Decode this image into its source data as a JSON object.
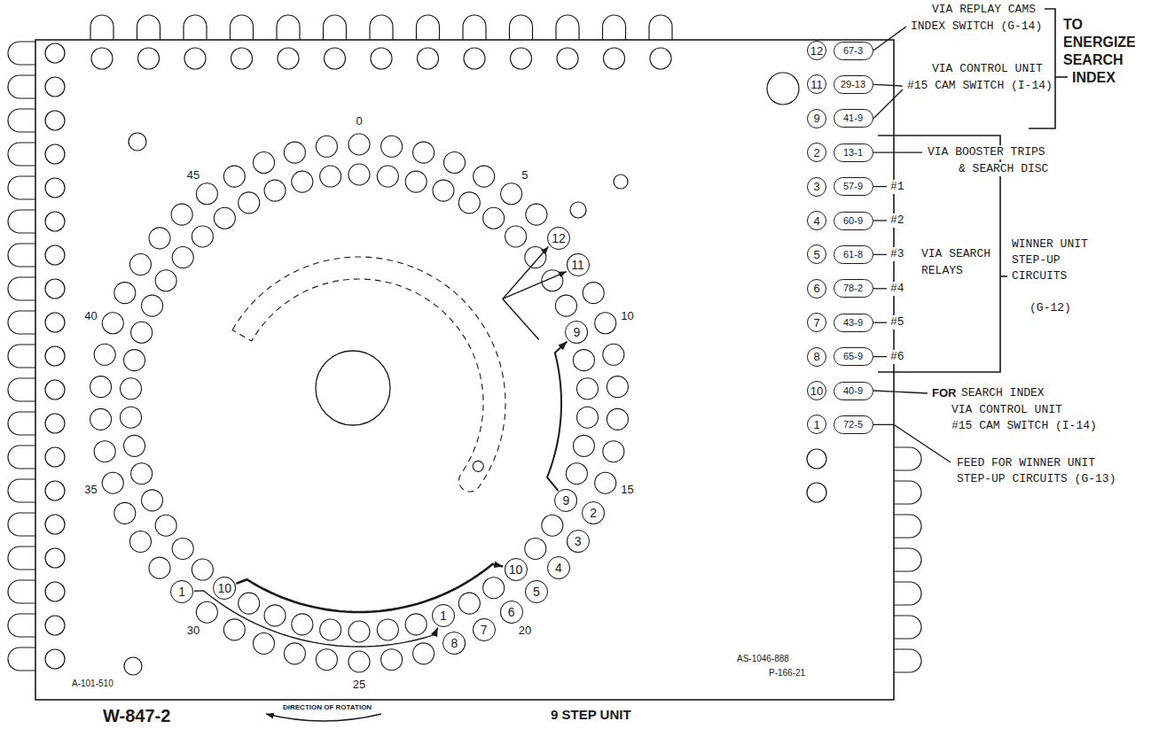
{
  "diagram": {
    "nodes": [
      {
        "text": [
          "12"
        ]
      },
      {
        "text": [
          "67-3"
        ]
      },
      {
        "text": [
          "11"
        ]
      },
      {
        "text": [
          "29-13"
        ]
      },
      {
        "text": [
          "9"
        ]
      },
      {
        "text": [
          "41-9"
        ]
      },
      {
        "text": [
          "2"
        ]
      },
      {
        "text": [
          "13-1"
        ]
      },
      {
        "text": [
          "3"
        ]
      },
      {
        "text": [
          "57-9"
        ]
      },
      {
        "text": [
          "4"
        ]
      },
      {
        "text": [
          "60-9"
        ]
      },
      {
        "text": [
          "5"
        ]
      },
      {
        "text": [
          "61-8"
        ]
      },
      {
        "text": [
          "6"
        ]
      },
      {
        "text": [
          "78-2"
        ]
      },
      {
        "text": [
          "7"
        ]
      },
      {
        "text": [
          "43-9"
        ]
      },
      {
        "text": [
          "8"
        ]
      },
      {
        "text": [
          "65-9"
        ]
      },
      {
        "text": [
          "10"
        ]
      },
      {
        "text": [
          "40-9"
        ]
      },
      {
        "text": [
          "1"
        ]
      },
      {
        "text": [
          "72-5"
        ]
      },
      {
        "text": [
          "12"
        ]
      },
      {
        "text": [
          "11"
        ]
      },
      {
        "text": [
          "9"
        ]
      },
      {
        "text": [
          "9"
        ]
      },
      {
        "text": [
          "2"
        ]
      },
      {
        "text": [
          "3"
        ]
      },
      {
        "text": [
          "4"
        ]
      },
      {
        "text": [
          "5"
        ]
      },
      {
        "text": [
          "6"
        ]
      },
      {
        "text": [
          "7"
        ]
      },
      {
        "text": [
          "8"
        ]
      },
      {
        "text": [
          "10"
        ]
      },
      {
        "text": [
          "1"
        ]
      },
      {
        "text": [
          "1"
        ]
      },
      {
        "text": [
          "10"
        ]
      }
    ],
    "edges": [
      {
        "from": 37,
        "to": 36,
        "arrow": "to"
      },
      {
        "from": 38,
        "to": 35,
        "arrow": "to"
      },
      {
        "from": 27,
        "to": 26,
        "arrow": "to"
      }
    ],
    "labels": [
      "VIA REPLAY CAMS",
      "INDEX SWITCH (G-14)",
      "VIA CONTROL UNIT",
      "#15 CAM SWITCH (I-14)",
      "TO",
      "ENERGIZE",
      "SEARCH",
      "INDEX",
      "VIA BOOSTER TRIPS",
      "& SEARCH DISC",
      "#1",
      "#2",
      "#3",
      "VIA SEARCH",
      "RELAYS",
      "#4",
      "#5",
      "#6",
      "WINNER UNIT",
      "STEP-UP",
      "CIRCUITS",
      "(G-12)",
      "FOR",
      "SEARCH INDEX",
      "VIA CONTROL UNIT",
      "#15 CAM SWITCH (I-14)",
      "FEED FOR WINNER UNIT",
      "STEP-UP CIRCUITS (G-13)",
      "0",
      "5",
      "10",
      "15",
      "20",
      "25",
      "30",
      "35",
      "40",
      "45",
      "A-101-510",
      "AS-1046-888",
      "P-166-21",
      "W-847-2",
      "DIRECTION OF ROTATION",
      "9 STEP UNIT"
    ]
  }
}
